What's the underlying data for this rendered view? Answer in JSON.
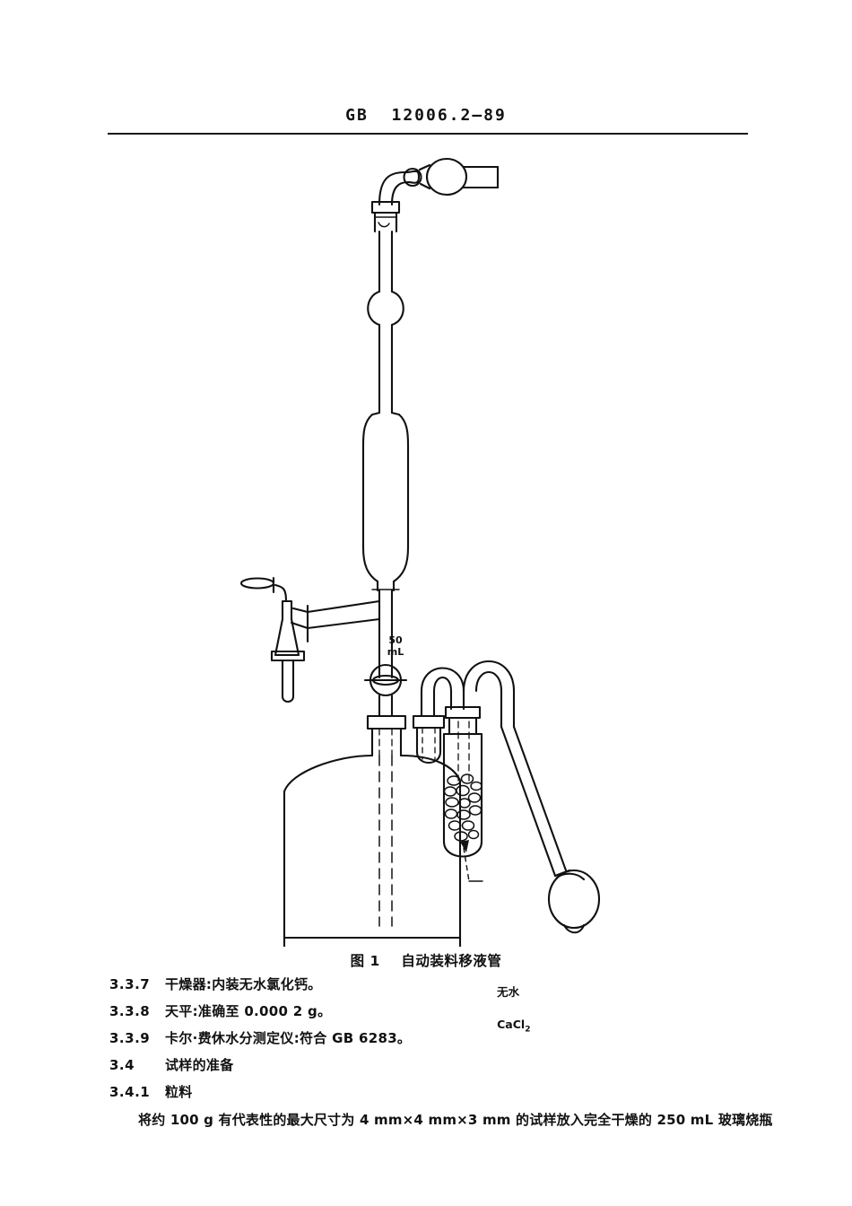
{
  "header": {
    "standard_number": "GB  12006.2—89"
  },
  "figure": {
    "caption": "图 1    自动装料移液管",
    "labels": {
      "volume": "50\nmL",
      "volume_value": "50",
      "volume_unit": "mL",
      "desiccant_line1": "无水",
      "desiccant_formula": "CaCl",
      "desiccant_subscript": "2"
    },
    "parts": {
      "top_joint": "ground-glass-joint",
      "upper_bulb": "expansion-bulb",
      "pipette_bulb": "pipette-bulb-50ml",
      "side_stopcock": "delivery-stopcock",
      "main_stopcock": "main-stopcock",
      "reservoir": "reservoir-bottle",
      "drying_tube": "drying-tube",
      "rubber_bulb": "rubber-squeeze-bulb"
    }
  },
  "clauses": [
    {
      "number": "3.3.7",
      "text": "干燥器:内装无水氯化钙。"
    },
    {
      "number": "3.3.8",
      "text": "天平:准确至 0.000 2 g。"
    },
    {
      "number": "3.3.9",
      "text": "卡尔·费休水分测定仪:符合 GB 6283。"
    },
    {
      "number": "3.4",
      "text": "试样的准备"
    },
    {
      "number": "3.4.1",
      "text": "粒料"
    }
  ],
  "paragraph": "将约 100 g 有代表性的最大尺寸为 4 mm×4 mm×3 mm 的试样放入完全干燥的 250 mL 玻璃烧瓶",
  "colors": {
    "ink": "#111111",
    "page": "#ffffff"
  }
}
